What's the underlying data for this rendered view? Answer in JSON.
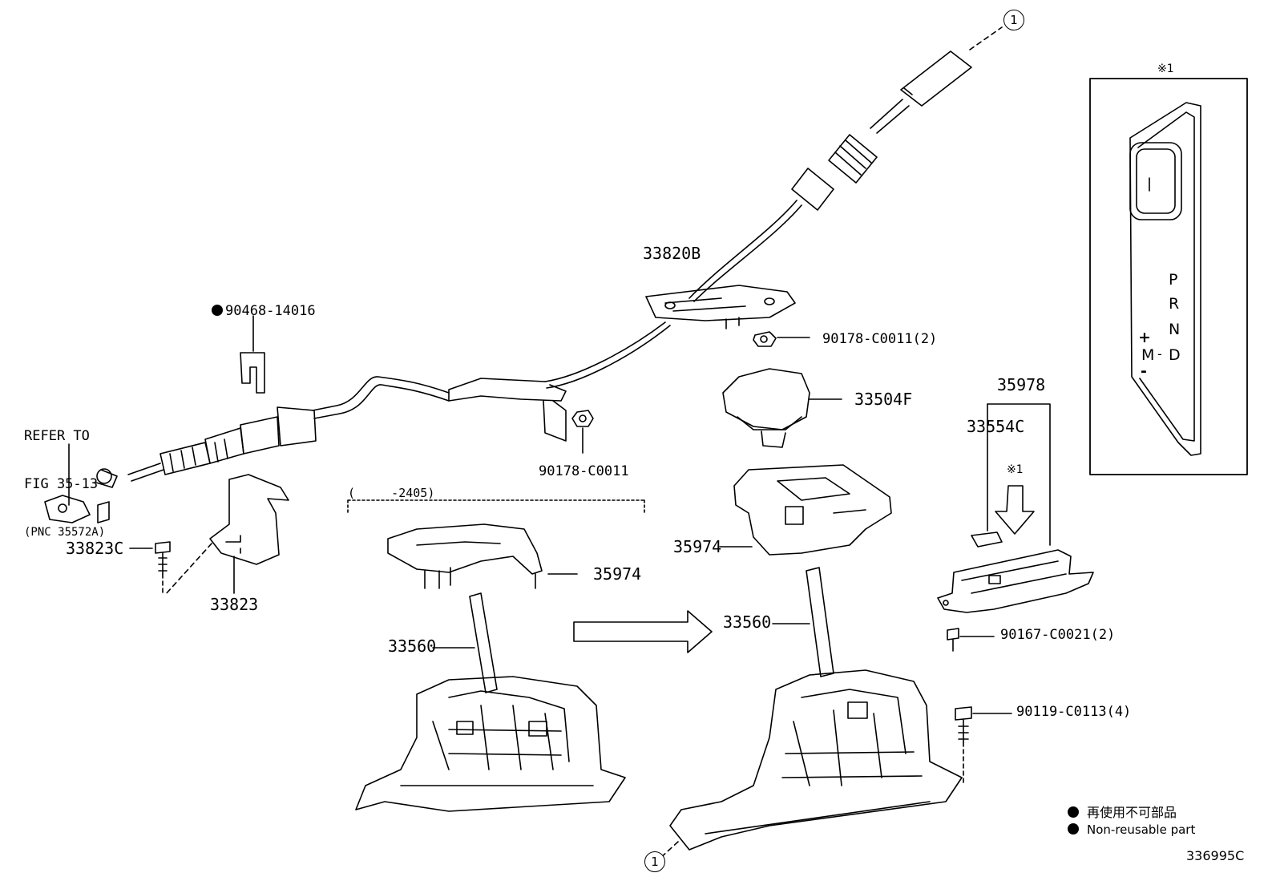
{
  "labels": {
    "p33820B": "33820B",
    "p90468": "90468-14016",
    "p90178_2": "90178-C0011(2)",
    "p33504F": "33504F",
    "p35978": "35978",
    "p33554C": "33554C",
    "p35974_right": "35974",
    "p35974_left": "35974",
    "p90178": "90178-C0011",
    "p33823C": "33823C",
    "p33823": "33823",
    "p33560_left": "33560",
    "p33560_right": "33560",
    "p90167": "90167-C0021(2)",
    "p90119": "90119-C0113(4)",
    "period": "(     -2405)"
  },
  "refer": {
    "line1": "REFER TO",
    "line2": "FIG 35-13",
    "line3": "(PNC 35572A)"
  },
  "callouts": {
    "circle_top": "1",
    "circle_bottom": "1",
    "note_top": "※1",
    "note_arrow": "※1"
  },
  "inset": {
    "gear_p": "P",
    "gear_r": "R",
    "gear_n": "N",
    "gear_d": "D",
    "gear_m": "M",
    "plus": "+",
    "minus": "-",
    "dash": "-"
  },
  "legend": {
    "jp": "再使用不可部品",
    "en": "Non-reusable part"
  },
  "figure_id": "336995C",
  "colors": {
    "line": "#000000",
    "background": "#ffffff"
  }
}
